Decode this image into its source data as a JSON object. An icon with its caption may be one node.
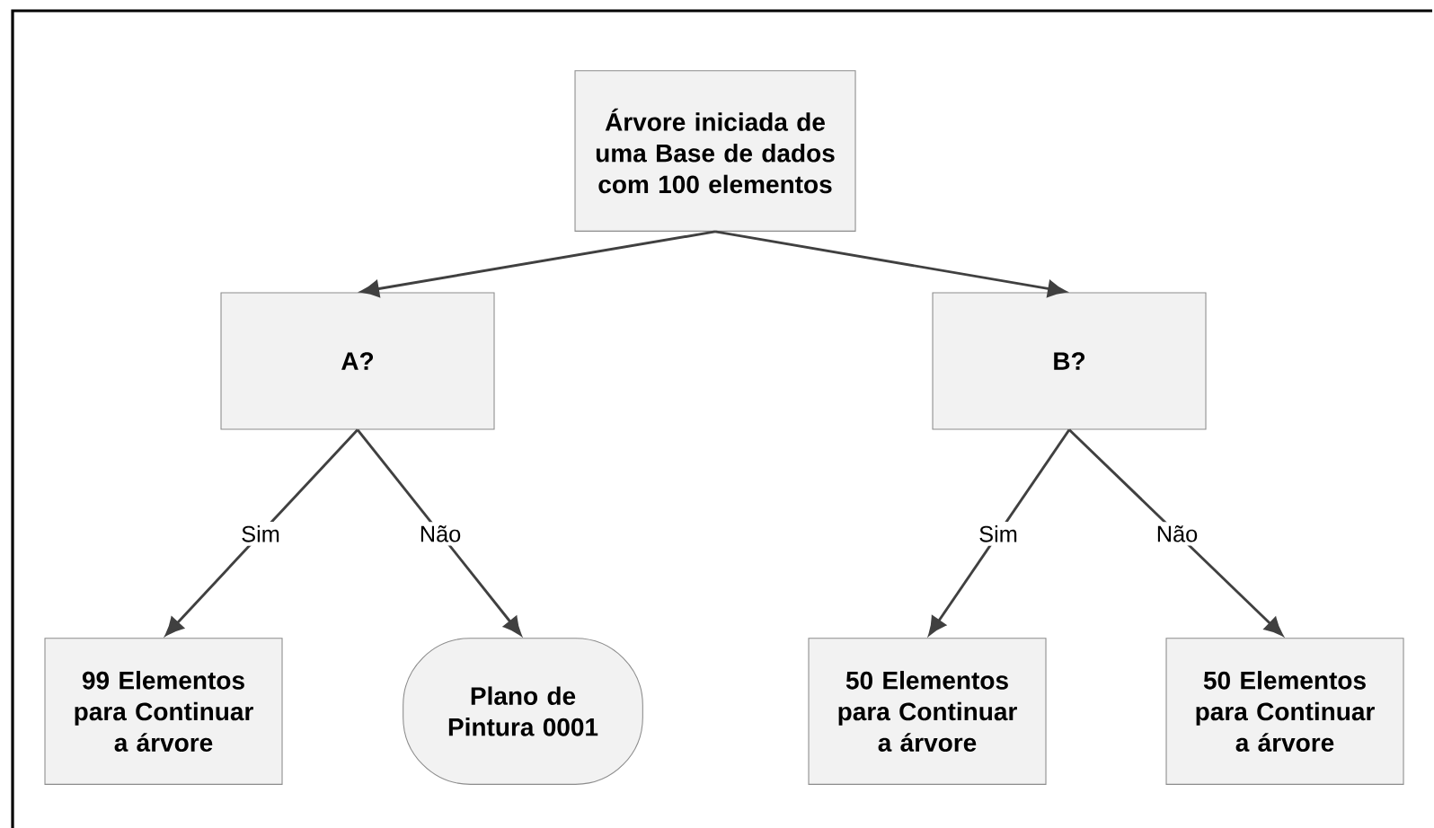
{
  "diagram": {
    "nodes": [
      {
        "text": [
          "Árvore iniciada de uma Base de dados com 100 elementos"
        ]
      },
      {
        "text": [
          "A?"
        ]
      },
      {
        "text": [
          "B?"
        ]
      },
      {
        "text": [
          "99 Elementos para Continuar a árvore"
        ]
      },
      {
        "text": [
          "Plano de Pintura 0001"
        ]
      },
      {
        "text": [
          "50 Elementos para Continuar a árvore"
        ]
      },
      {
        "text": [
          "50 Elementos para Continuar a árvore"
        ]
      }
    ],
    "edges": [
      {
        "from": 0,
        "to": 1,
        "arrow": "to"
      },
      {
        "from": 0,
        "to": 2,
        "arrow": "to"
      },
      {
        "from": 1,
        "to": 3,
        "arrow": "to",
        "label": "Sim"
      },
      {
        "from": 1,
        "to": 4,
        "arrow": "to",
        "label": "Não"
      },
      {
        "from": 2,
        "to": 5,
        "arrow": "to",
        "label": "Sim"
      },
      {
        "from": 2,
        "to": 6,
        "arrow": "to",
        "label": "Não"
      }
    ]
  }
}
